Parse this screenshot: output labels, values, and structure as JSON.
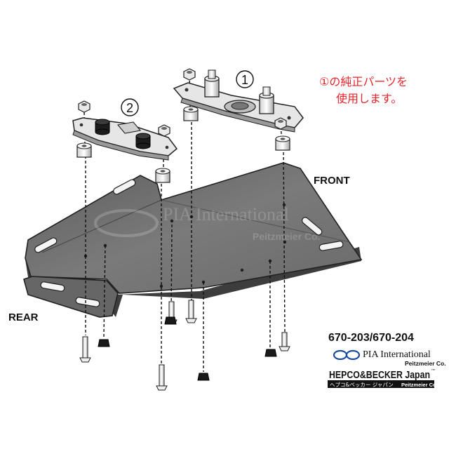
{
  "labels": {
    "front": "FRONT",
    "rear": "REAR",
    "callout_1": "1",
    "callout_2": "2"
  },
  "note": {
    "line1": "①の純正パーツを",
    "line2": "使用します。"
  },
  "part_number": "670-203/670-204",
  "watermark": {
    "line1": "PIA International",
    "line2": "Peitzmeier Co."
  },
  "logo": {
    "pia_name": "PIA International",
    "pia_sub": "Peitzmeier Co.",
    "hb_main": "HEPCO&BECKER Japan",
    "hb_tm": "™",
    "hb_kana": "ヘプコ&ベッカー ジャパン",
    "hb_sub": "Peitzmeier Co."
  },
  "colors": {
    "plate": "#6d6d6d",
    "plate_dark": "#4a4a4a",
    "note_red": "#e8232a",
    "logo_blue": "#1a4aa0"
  }
}
